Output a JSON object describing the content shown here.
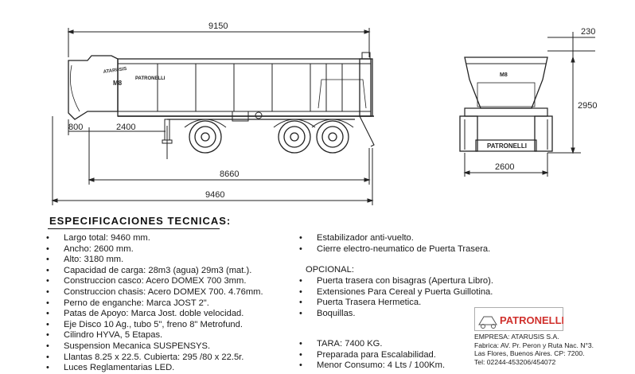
{
  "drawing": {
    "side_view": {
      "dim_total_top": "9150",
      "dim_front_overhang": "800",
      "dim_kingpin": "2400",
      "dim_wheelbase": "8660",
      "dim_total_bottom": "9460",
      "body_text_curved": "ATARUSIS",
      "body_model": "M8",
      "body_brand": "PATRONELLI"
    },
    "rear_view": {
      "dim_top": "230",
      "dim_height": "2950",
      "dim_width": "2600",
      "body_model": "M8",
      "bumper_brand": "PATRONELLI"
    }
  },
  "specs": {
    "title": "ESPECIFICACIONES TECNICAS:",
    "left_items": [
      "Largo total: 9460 mm.",
      "Ancho: 2600 mm.",
      "Alto: 3180 mm.",
      "Capacidad de carga: 28m3 (agua) 29m3 (mat.).",
      "Construccion casco: Acero DOMEX 700  3mm.",
      "Construccion chasis: Acero DOMEX 700. 4.76mm.",
      "Perno de enganche: Marca JOST 2\".",
      "Patas de Apoyo: Marca Jost. doble velocidad.",
      "Eje Disco 10 Ag., tubo 5\", freno 8\" Metrofund.",
      "Cilindro HYVA, 5 Etapas.",
      "Suspension Mecanica SUSPENSYS.",
      "Llantas 8.25 x 22.5. Cubierta: 295 /80 x 22.5r.",
      "Luces Reglamentarias LED."
    ],
    "right_items_a": [
      "Estabilizador anti-vuelto.",
      "Cierre electro-neumatico de Puerta Trasera."
    ],
    "optional_title": "OPCIONAL:",
    "right_items_b": [
      "Puerta trasera con bisagras (Apertura Libro).",
      "Extensiones Para Cereal y Puerta Guillotina.",
      "Puerta Trasera Hermetica.",
      "Boquillas."
    ],
    "right_items_c": [
      "TARA: 7400 KG.",
      "Preparada para Escalabilidad.",
      "Menor Consumo: 4 Lts / 100Km."
    ]
  },
  "company": {
    "logo_text": "PATRONELLI",
    "line1": "EMPRESA: ATARUSIS S.A.",
    "line2": "Fabrica: AV. Pr. Peron y Ruta Nac. N°3.",
    "line3": "Las Flores, Buenos Aires.  CP: 7200.",
    "line4": "Tel: 02244-453206/454072"
  }
}
